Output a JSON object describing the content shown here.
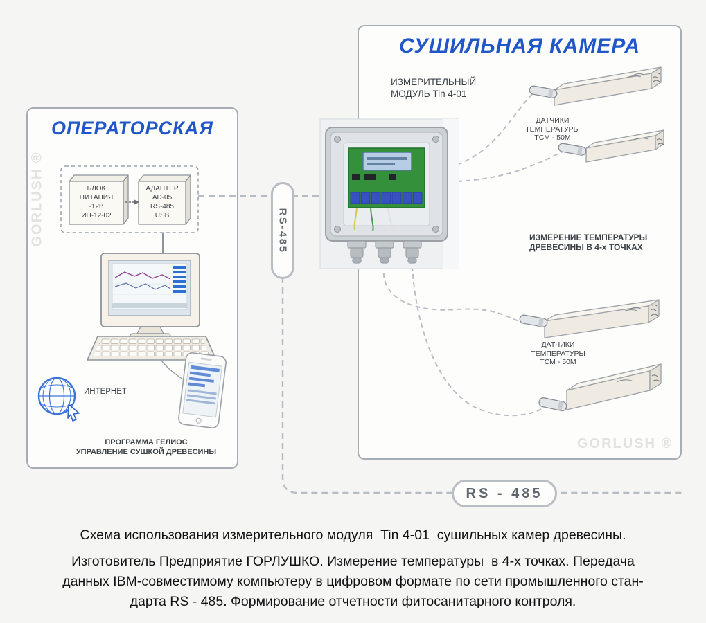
{
  "operator_room": {
    "title": "ОПЕРАТОРСКАЯ",
    "power_supply_lines": [
      "БЛОК",
      "ПИТАНИЯ",
      "-12В",
      "ИП-12-02"
    ],
    "adapter_lines": [
      "АДАПТЕР",
      "AD-05",
      "RS-485",
      "USB"
    ],
    "internet_label": "ИНТЕРНЕТ",
    "caption_lines": [
      "ПРОГРАММА ГЕЛИОС",
      "УПРАВЛЕНИЕ СУШКОЙ ДРЕВЕСИНЫ"
    ],
    "watermark": "GORLUSH ®"
  },
  "drying_chamber": {
    "title": "СУШИЛЬНАЯ КАМЕРА",
    "module_label_lines": [
      "ИЗМЕРИТЕЛЬНЫЙ",
      "МОДУЛЬ Tin 4-01"
    ],
    "sensors_top_lines": [
      "ДАТЧИКИ",
      "ТЕМПЕРАТУРЫ",
      "ТСМ - 50М"
    ],
    "sensors_bottom_lines": [
      "ДАТЧИКИ",
      "ТЕМПЕРАТУРЫ",
      "ТСМ - 50М"
    ],
    "note_lines": [
      "ИЗМЕРЕНИЕ ТЕМПЕРАТУРЫ",
      "ДРЕВЕСИНЫ В 4-х ТОЧКАХ"
    ],
    "watermark": "GORLUSH ®"
  },
  "bus": {
    "vertical_label": "RS-485",
    "horizontal_label": "RS - 485"
  },
  "footer": {
    "line1": "Схема использования измерительного модуля  Tin 4-01  сушильных камер древесины.",
    "para_lines": [
      "Изготовитель Предприятие ГОРЛУШКО. Измерение температуры  в 4-х точках. Передача",
      "данных IBM-совместимому компьютеру в цифровом формате по сети промышленного стан-",
      "дарта RS - 485. Формирование отчетности фитосанитарного контроля."
    ]
  },
  "colors": {
    "accent_blue": "#2056c7",
    "box_border": "#a6adb4",
    "dashed_bus": "#b6bcc2",
    "pcb_green": "#35903c",
    "label_text": "#3c4146",
    "watermark": "#e2e2de"
  }
}
